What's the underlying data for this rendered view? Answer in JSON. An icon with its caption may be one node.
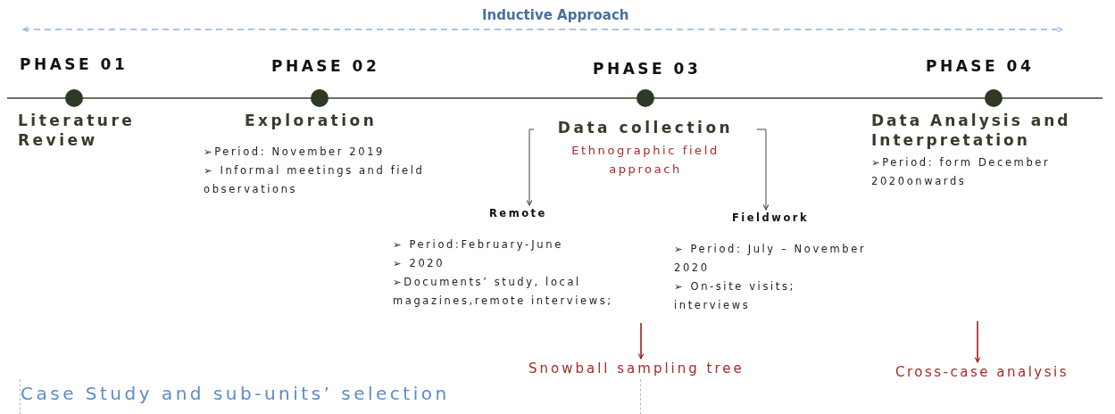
{
  "diagram": {
    "nodes": [
      {
        "text": [
          "Literature Review"
        ]
      },
      {
        "text": [
          "Exploration",
          "➢Period: November 2019",
          "➢ Informal meetings and field observations"
        ]
      },
      {
        "text": [
          "Data collection",
          "Ethnographic field approach"
        ]
      },
      {
        "text": [
          "Remote",
          "➢ Period:February-June",
          "➢ 2020",
          "➢Documents’ study, local magazines,remote interviews;"
        ]
      },
      {
        "text": [
          "Fieldwork",
          "➢ Period: July – November 2020",
          "➢ On-site visits; interviews"
        ]
      },
      {
        "text": [
          "Snowball sampling tree"
        ]
      },
      {
        "text": [
          "Data Analysis and Interpretation",
          "➢Period: form December 2020onwards"
        ]
      },
      {
        "text": [
          "Cross-case analysis"
        ]
      },
      {
        "text": [
          "Case Study and sub-units’ selection"
        ]
      }
    ],
    "edges": [
      {
        "from": 2,
        "to": 3,
        "arrow": "to"
      },
      {
        "from": 2,
        "to": 4,
        "arrow": "to"
      },
      {
        "from": null,
        "to": 5,
        "arrow": "to",
        "color": "#a01c1c"
      },
      {
        "from": null,
        "to": 7,
        "arrow": "to",
        "color": "#a01c1c"
      }
    ],
    "labels": [
      "Inductive Approach",
      "PHASE 01",
      "PHASE 02",
      "PHASE 03",
      "PHASE 04"
    ]
  }
}
